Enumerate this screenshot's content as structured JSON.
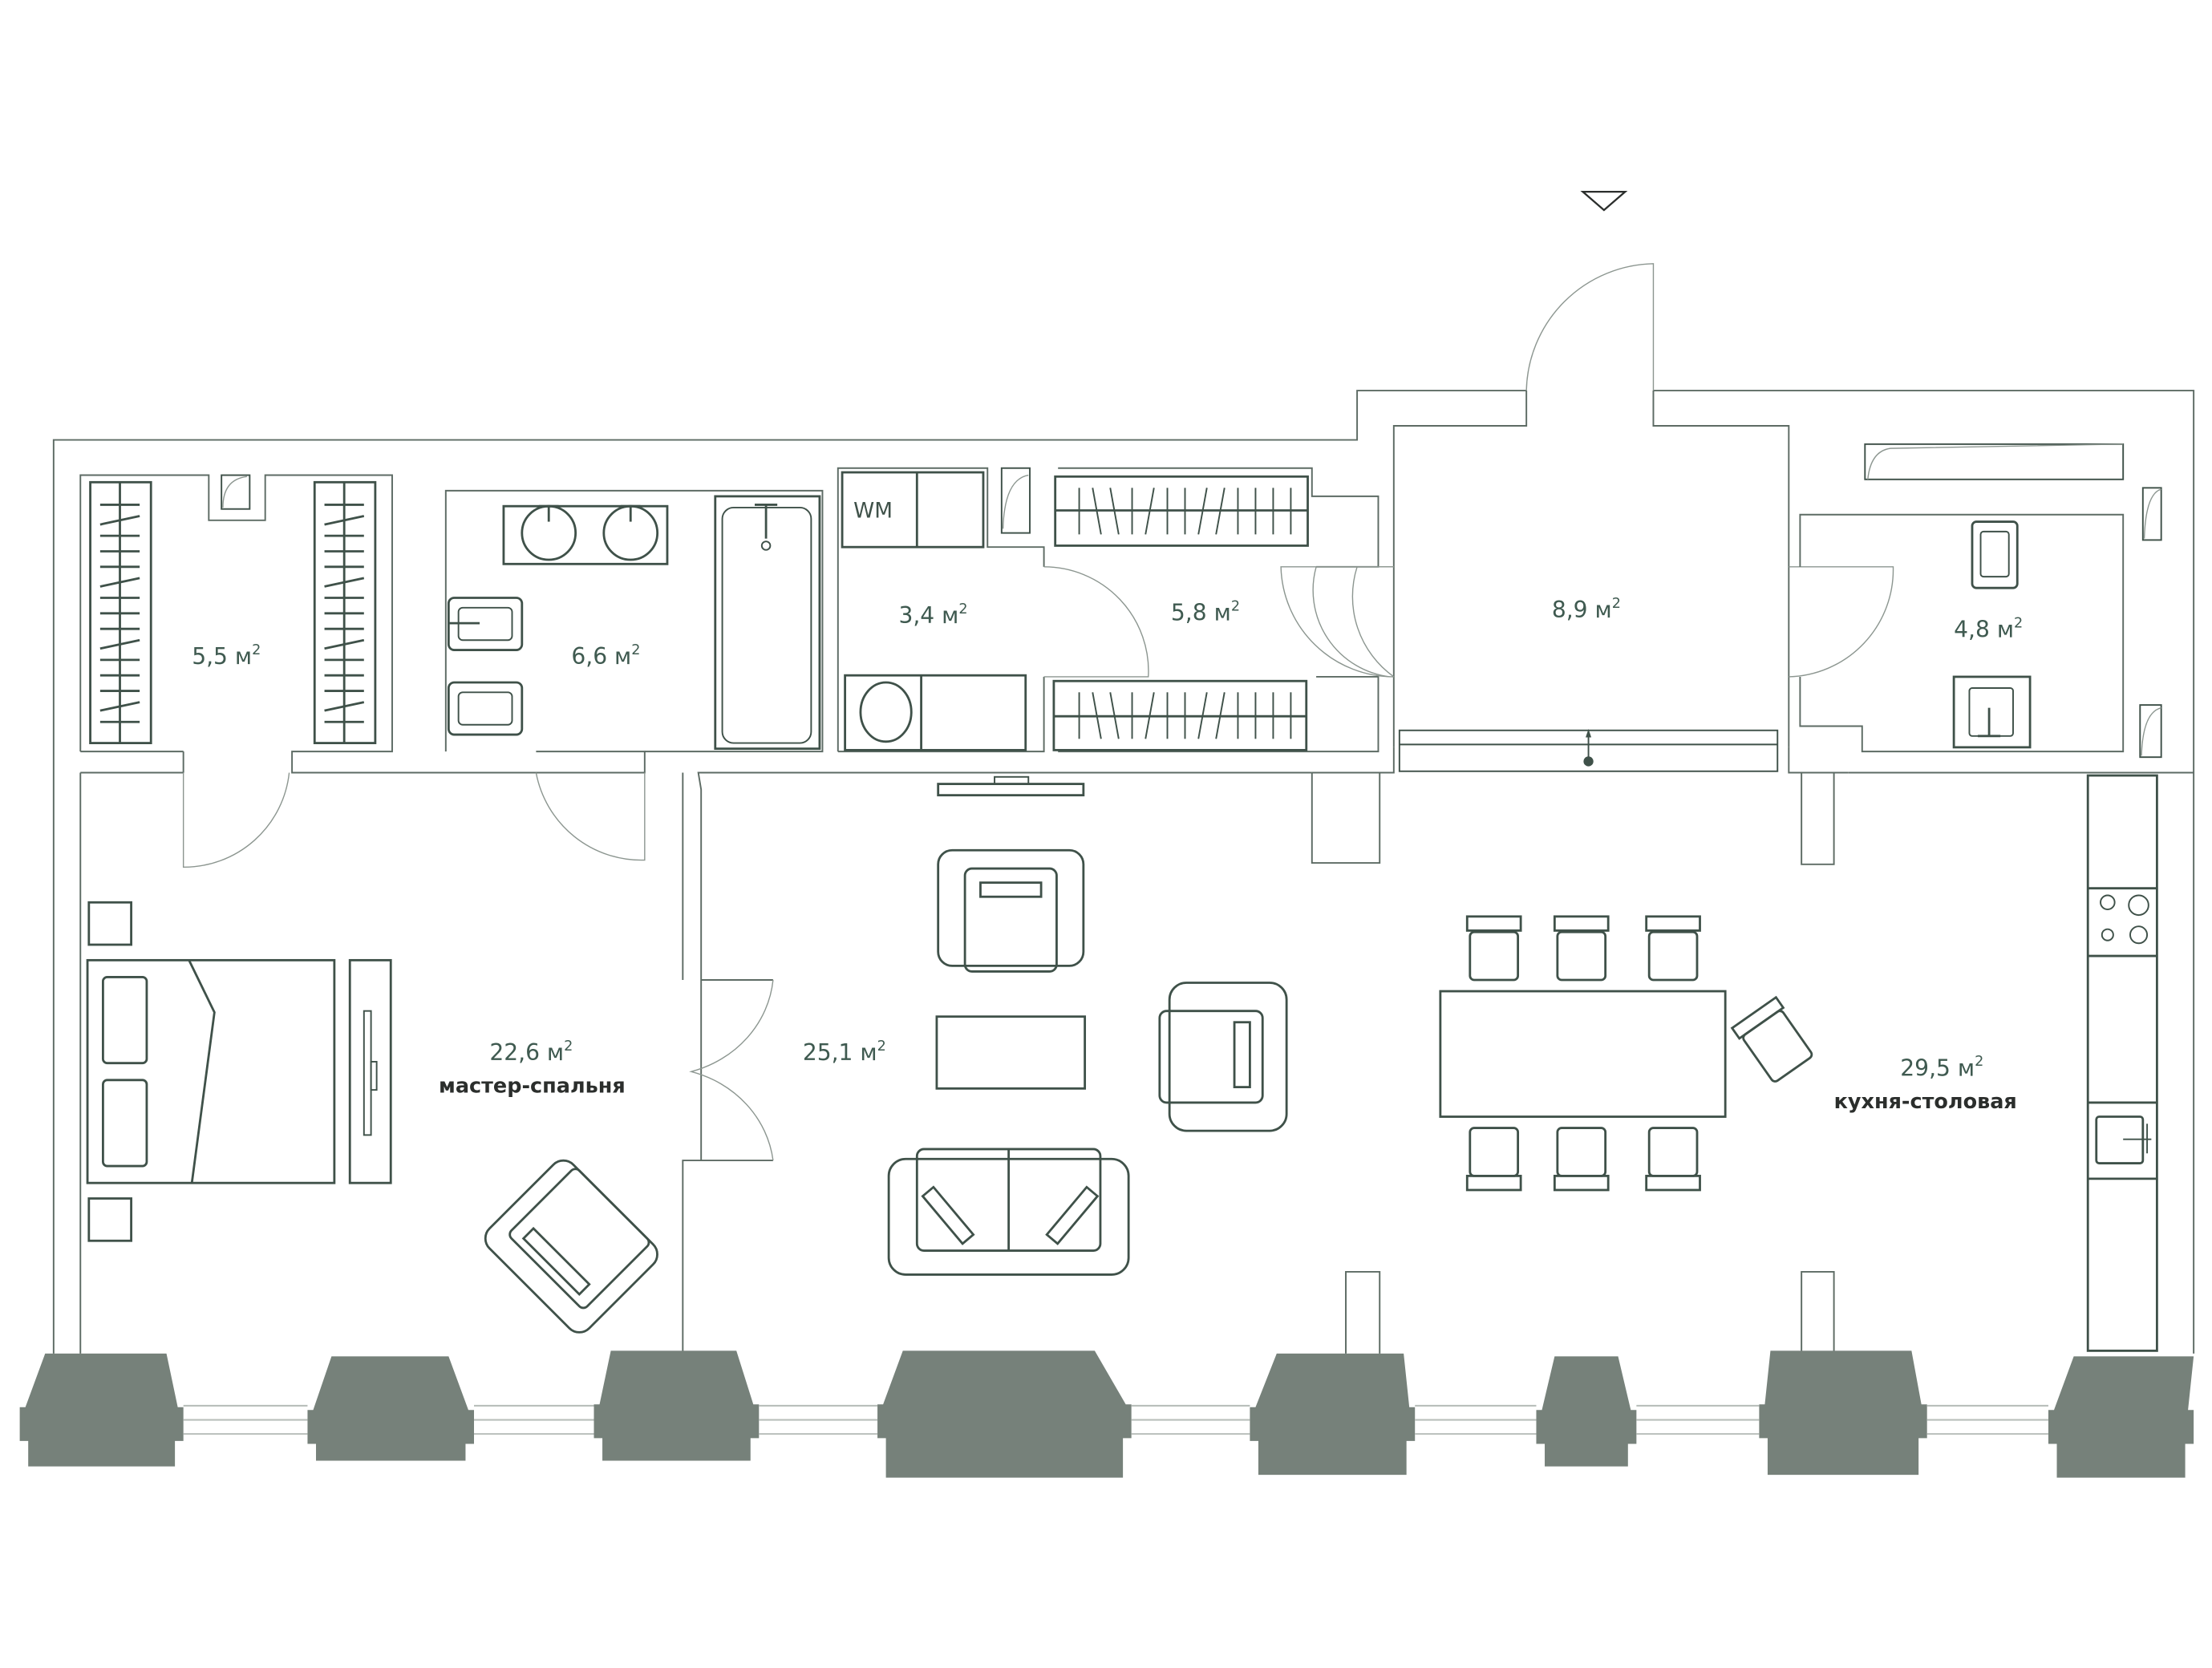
{
  "plan": {
    "entrance_marker": "entrance-triangle",
    "colors": {
      "line": "#3f5149",
      "wall": "#5d6b64",
      "column": "#76817a",
      "area_text": "#3f5a50",
      "name_text": "#2b2e2c"
    },
    "rooms": [
      {
        "id": "wardrobe",
        "area": "5,5",
        "unit": "м",
        "sup": "2",
        "name": ""
      },
      {
        "id": "bathroom",
        "area": "6,6",
        "unit": "м",
        "sup": "2",
        "name": ""
      },
      {
        "id": "laundry",
        "area": "3,4",
        "unit": "м",
        "sup": "2",
        "name": ""
      },
      {
        "id": "closet",
        "area": "5,8",
        "unit": "м",
        "sup": "2",
        "name": ""
      },
      {
        "id": "hall",
        "area": "8,9",
        "unit": "м",
        "sup": "2",
        "name": ""
      },
      {
        "id": "wc",
        "area": "4,8",
        "unit": "м",
        "sup": "2",
        "name": ""
      },
      {
        "id": "master-bedroom",
        "area": "22,6",
        "unit": "м",
        "sup": "2",
        "name": "мастер-спальня"
      },
      {
        "id": "living",
        "area": "25,1",
        "unit": "м",
        "sup": "2",
        "name": ""
      },
      {
        "id": "kitchen-dining",
        "area": "29,5",
        "unit": "м",
        "sup": "2",
        "name": "кухня-столовая"
      }
    ],
    "appliances": {
      "washing_machine_label": "WM"
    }
  }
}
